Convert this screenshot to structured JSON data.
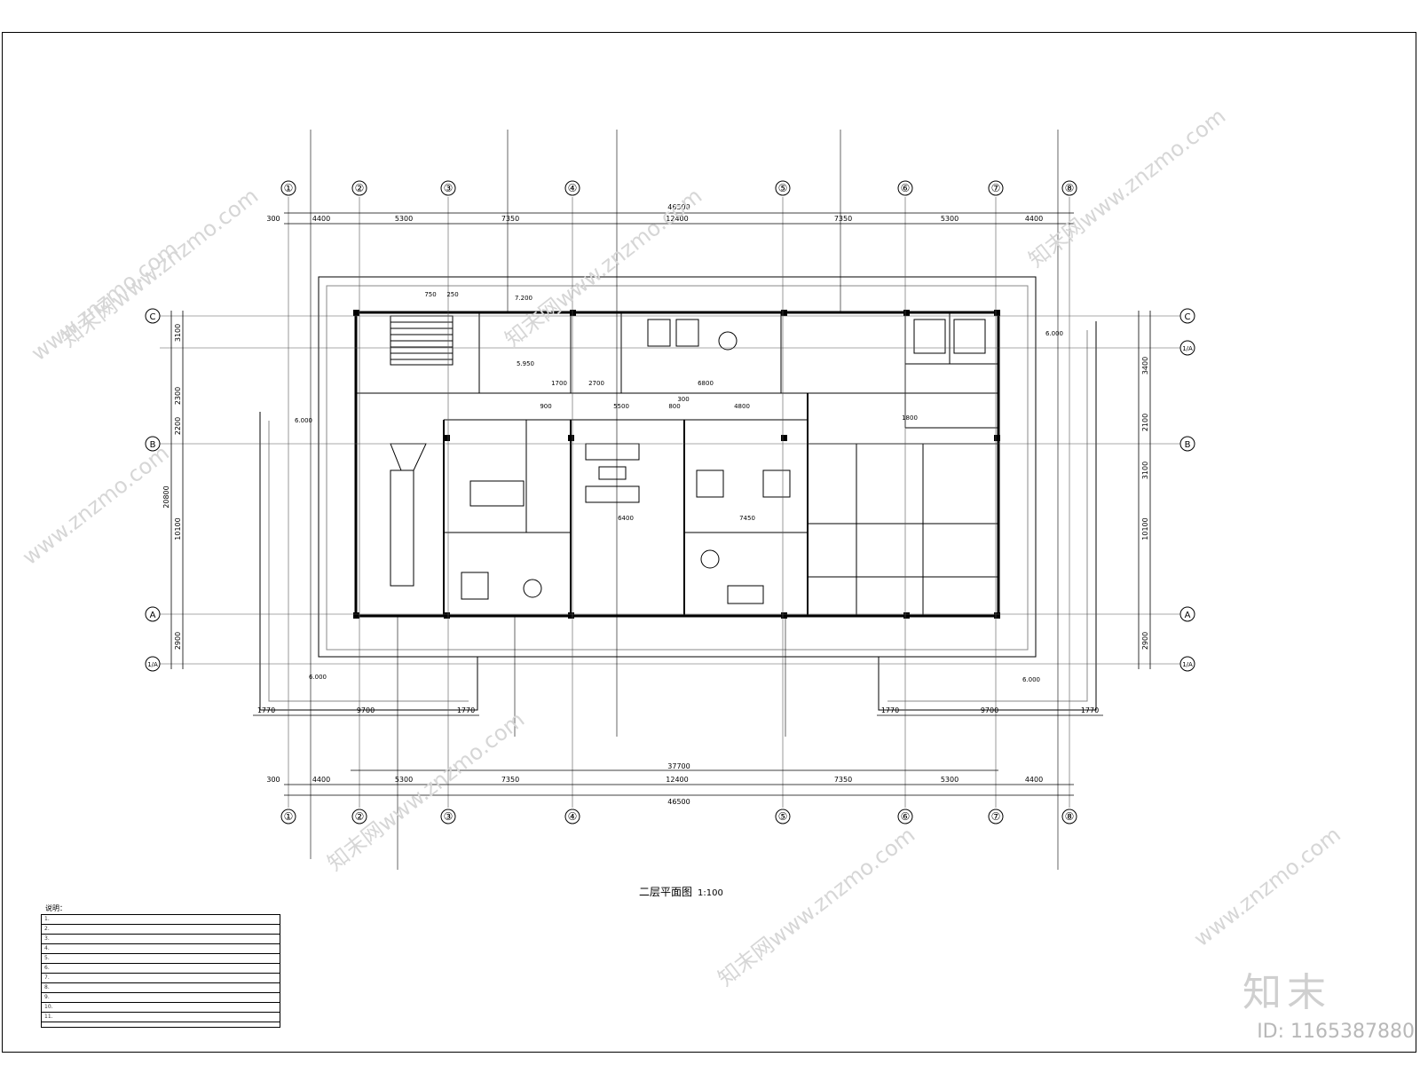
{
  "drawing": {
    "title": "二层平面图",
    "scale": "1:100",
    "brand": "知末",
    "id_label": "ID: 1165387880"
  },
  "axes": {
    "numbered": [
      "①",
      "②",
      "③",
      "④",
      "⑤",
      "⑥",
      "⑦",
      "⑧"
    ],
    "lettered": [
      "C",
      "1/A",
      "B",
      "A",
      "1/A"
    ]
  },
  "dimensions": {
    "top_overall": "46500",
    "top_segments": [
      "300",
      "4400",
      "5300",
      "7350",
      "12400",
      "7350",
      "5300",
      "4400"
    ],
    "bottom_overall": "46500",
    "bottom_mid": "37700",
    "bottom_segments": [
      "300",
      "4400",
      "5300",
      "7350",
      "12400",
      "7350",
      "5300",
      "4400"
    ],
    "left_overall": "20800",
    "left_segments": [
      "3100",
      "2300",
      "2200",
      "10100",
      "2900"
    ],
    "right_segments": [
      "3400",
      "2100",
      "3100",
      "10100",
      "2900"
    ],
    "lower_wing_left": [
      "1770",
      "9700",
      "1770"
    ],
    "lower_wing_right": [
      "1770",
      "9700",
      "1770"
    ],
    "elevations": [
      "6.000",
      "6.000",
      "6.000",
      "6.000",
      "5.950",
      "7.200"
    ],
    "interior": [
      "750",
      "250",
      "2700",
      "6800",
      "5500",
      "4800",
      "7450",
      "6400",
      "1700",
      "1800",
      "900",
      "300",
      "800"
    ]
  },
  "notes": {
    "heading": "说明：",
    "lines": [
      "1.",
      "2.",
      "3.",
      "4.",
      "5.",
      "6.",
      "7.",
      "8.",
      "9.",
      "10.",
      "11."
    ]
  },
  "watermarks": [
    "www.znzmo.com",
    "知末网www.znzmo.com",
    "知末网www.znzmo.com",
    "www.znzmo.com",
    "知末网www.znzmo.com",
    "知末网www.znzmo.com",
    "知末网www.znzmo.com",
    "www.znzmo.com"
  ]
}
